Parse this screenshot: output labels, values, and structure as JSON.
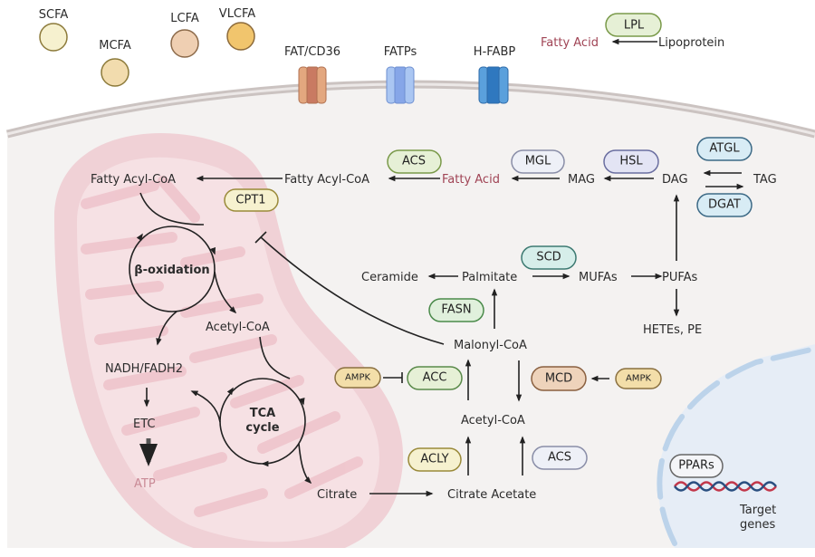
{
  "fatty_acid_types": [
    {
      "label": "SCFA",
      "color": "#f6f1cf"
    },
    {
      "label": "MCFA",
      "color": "#f2dcae"
    },
    {
      "label": "LCFA",
      "color": "#efcfb2"
    },
    {
      "label": "VLCFA",
      "color": "#f1c56d"
    }
  ],
  "transporters": [
    {
      "label": "FAT/CD36",
      "color": "#d98a6a"
    },
    {
      "label": "FATPs",
      "color": "#9dbbef"
    },
    {
      "label": "H-FABP",
      "color": "#3f86cc"
    }
  ],
  "lipoprotein": {
    "enzyme": "LPL",
    "product": "Fatty Acid",
    "substrate": "Lipoprotein"
  },
  "lipolysis": {
    "nodes": {
      "tag": "TAG",
      "dag": "DAG",
      "mag": "MAG",
      "fatty_acid": "Fatty Acid",
      "fatty_acyl_coa_cyto": "Fatty Acyl-CoA",
      "fatty_acyl_coa_mito": "Fatty Acyl-CoA"
    },
    "enzymes": {
      "atgl": "ATGL",
      "dgat": "DGAT",
      "hsl": "HSL",
      "mgl": "MGL",
      "acs": "ACS",
      "cpt1": "CPT1"
    }
  },
  "mitochondria": {
    "beta_oxidation": "β-oxidation",
    "acetyl_coa": "Acetyl-CoA",
    "nadh": "NADH/FADH2",
    "etc": "ETC",
    "atp": "ATP",
    "tca_line1": "TCA",
    "tca_line2": "cycle",
    "citrate": "Citrate"
  },
  "synthesis": {
    "citrate_acetate": "Citrate Acetate",
    "acetyl_coa": "Acetyl-CoA",
    "malonyl_coa": "Malonyl-CoA",
    "palmitate": "Palmitate",
    "ceramide": "Ceramide",
    "mufas": "MUFAs",
    "pufas": "PUFAs",
    "hetes": "HETEs, PE",
    "enzymes": {
      "acly": "ACLY",
      "acs": "ACS",
      "acc": "ACC",
      "mcd": "MCD",
      "ampk_left": "AMPK",
      "ampk_right": "AMPK",
      "fasn": "FASN",
      "scd": "SCD"
    }
  },
  "nucleus": {
    "receptor": "PPARs",
    "genes_line1": "Target",
    "genes_line2": "genes"
  },
  "colors": {
    "cytoplasm": "#f4f2f1",
    "membrane": "#cfc6c4",
    "mitochondria": "#f0c9cf",
    "nucleus": "#e6edf6",
    "fatty_acid_text": "#a04455",
    "green_pill": "#e6f0d6",
    "yellow_pill": "#f6f1cf",
    "blue_pill": "#d8ecf5",
    "lavender_pill": "#e3e4f4",
    "orange_pill": "#eed3bb",
    "teal_pill": "#d6eeea"
  }
}
